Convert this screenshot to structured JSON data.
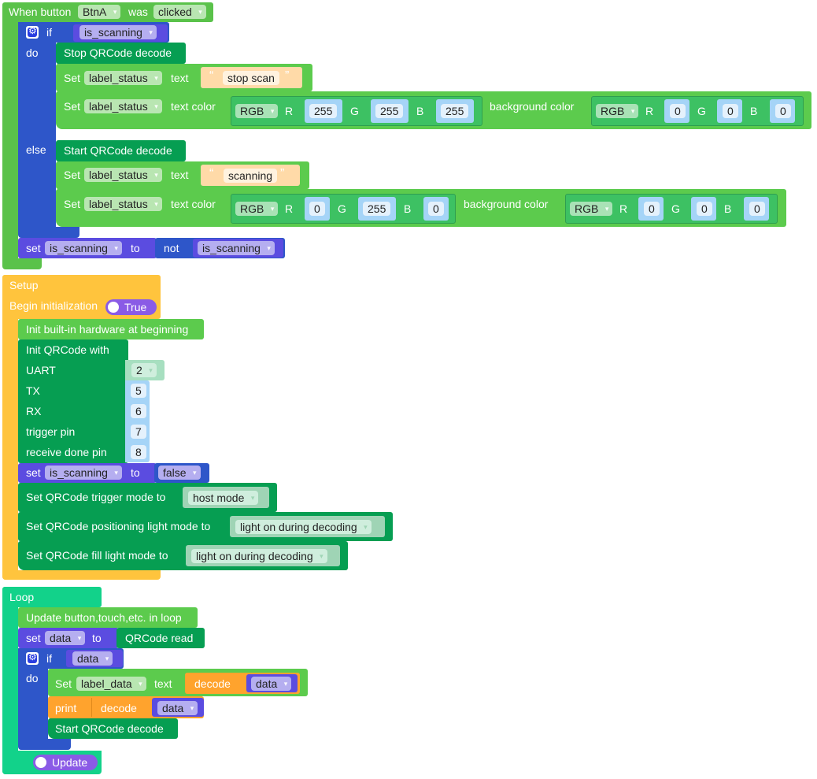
{
  "event": {
    "when_button": "When button",
    "button": "BtnA",
    "was": "was",
    "action": "clicked",
    "if_label": "if",
    "do_label": "do",
    "else_label": "else",
    "condition_var": "is_scanning",
    "do_branch": {
      "stop_decode": "Stop QRCode decode",
      "set_text": {
        "set": "Set",
        "label": "label_status",
        "prop": "text",
        "value": "stop scan"
      },
      "set_color": {
        "set": "Set",
        "label": "label_status",
        "prop": "text color",
        "rgb": "RGB",
        "r": "255",
        "g": "255",
        "b": "255",
        "bg_label": "background color",
        "bg_rgb": "RGB",
        "bg_r": "0",
        "bg_g": "0",
        "bg_b": "0"
      }
    },
    "else_branch": {
      "start_decode": "Start QRCode decode",
      "set_text": {
        "set": "Set",
        "label": "label_status",
        "prop": "text",
        "value": "scanning"
      },
      "set_color": {
        "set": "Set",
        "label": "label_status",
        "prop": "text color",
        "rgb": "RGB",
        "r": "0",
        "g": "255",
        "b": "0",
        "bg_label": "background color",
        "bg_rgb": "RGB",
        "bg_r": "0",
        "bg_g": "0",
        "bg_b": "0"
      }
    },
    "toggle": {
      "set": "set",
      "var": "is_scanning",
      "to": "to",
      "not": "not",
      "not_var": "is_scanning"
    }
  },
  "setup": {
    "title": "Setup",
    "begin_init": "Begin initialization",
    "begin_toggle": "True",
    "init_hw": "Init built-in hardware at beginning",
    "init_qr": "Init QRCode with",
    "params": [
      {
        "label": "UART",
        "value": "2"
      },
      {
        "label": "TX",
        "value": "5"
      },
      {
        "label": "RX",
        "value": "6"
      },
      {
        "label": "trigger pin",
        "value": "7"
      },
      {
        "label": "receive done pin",
        "value": "8"
      }
    ],
    "set_var": {
      "set": "set",
      "var": "is_scanning",
      "to": "to",
      "value": "false"
    },
    "trigger_mode": {
      "label": "Set QRCode trigger mode to",
      "value": "host mode"
    },
    "pos_light": {
      "label": "Set QRCode positioning light mode to",
      "value": "light on during decoding"
    },
    "fill_light": {
      "label": "Set QRCode fill light mode to",
      "value": "light on during decoding"
    }
  },
  "loop": {
    "title": "Loop",
    "update_buttons": "Update button,touch,etc. in loop",
    "set_data": {
      "set": "set",
      "var": "data",
      "to": "to",
      "value": "QRCode read"
    },
    "if_label": "if",
    "do_label": "do",
    "condition_var": "data",
    "set_text": {
      "set": "Set",
      "label": "label_data",
      "prop": "text",
      "decode": "decode",
      "var": "data"
    },
    "print": {
      "print": "print",
      "decode": "decode",
      "var": "data"
    },
    "start_decode": "Start QRCode decode",
    "update_toggle": "Update"
  },
  "colors": {
    "event": "#5ac24a",
    "logic_if": "#2e56c9",
    "qrcode": "#069e52",
    "ui_set": "#5ccb4d",
    "variables": "#5b4ce0",
    "rgb": "#3dc163",
    "setup": "#ffc43d",
    "loop": "#12d28a",
    "text_ops": "#ffa32d"
  }
}
